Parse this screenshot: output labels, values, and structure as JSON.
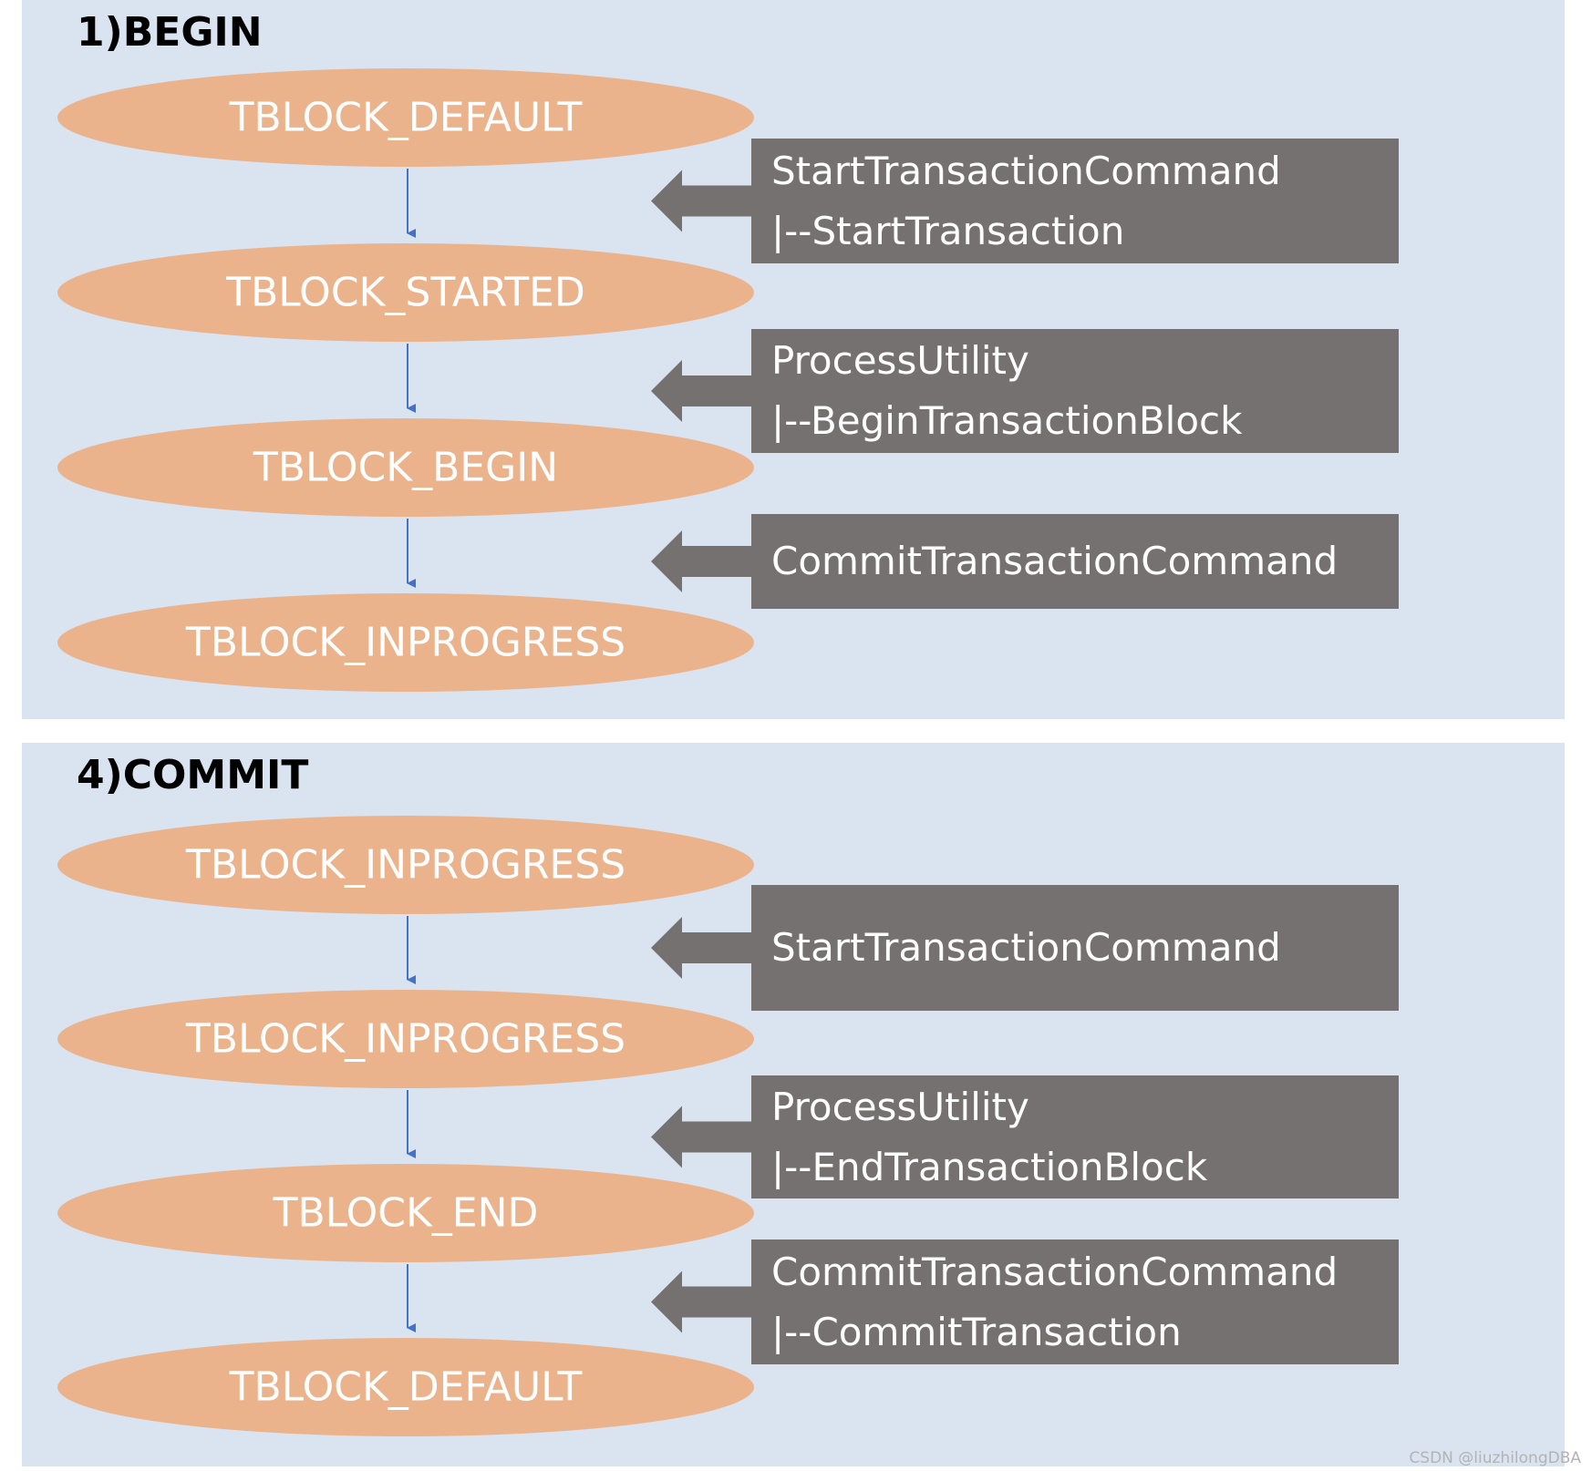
{
  "colors": {
    "panel_background": "#dae3f0",
    "state_fill": "#ebb38c",
    "state_text": "#ffffff",
    "command_box": "#767171",
    "arrow": "#4472c4"
  },
  "diagrams": [
    {
      "title": "1)BEGIN",
      "states": [
        "TBLOCK_DEFAULT",
        "TBLOCK_STARTED",
        "TBLOCK_BEGIN",
        "TBLOCK_INPROGRESS"
      ],
      "commands": [
        [
          "StartTransactionCommand",
          "|--StartTransaction"
        ],
        [
          "ProcessUtility",
          "|--BeginTransactionBlock"
        ],
        [
          "CommitTransactionCommand"
        ]
      ]
    },
    {
      "title": "4)COMMIT",
      "states": [
        "TBLOCK_INPROGRESS",
        "TBLOCK_INPROGRESS",
        "TBLOCK_END",
        "TBLOCK_DEFAULT"
      ],
      "commands": [
        [
          "StartTransactionCommand"
        ],
        [
          "ProcessUtility",
          "|--EndTransactionBlock"
        ],
        [
          "CommitTransactionCommand",
          "|--CommitTransaction"
        ]
      ]
    }
  ],
  "watermark": "CSDN @liuzhilongDBA"
}
